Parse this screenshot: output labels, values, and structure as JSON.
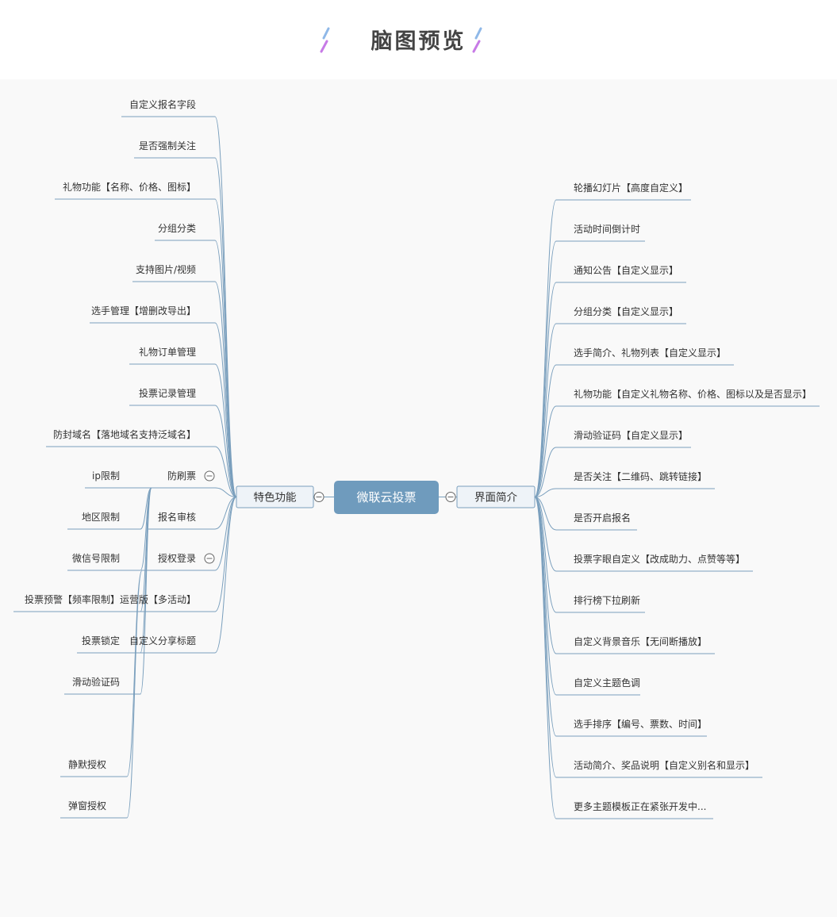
{
  "header": {
    "title": "脑图预览"
  },
  "mindmap": {
    "root": "微联云投票",
    "left": {
      "label": "特色功能",
      "items": [
        {
          "label": "自定义报名字段"
        },
        {
          "label": "是否强制关注"
        },
        {
          "label": "礼物功能【名称、价格、图标】"
        },
        {
          "label": "分组分类"
        },
        {
          "label": "支持图片/视频"
        },
        {
          "label": "选手管理【增删改导出】"
        },
        {
          "label": "礼物订单管理"
        },
        {
          "label": "投票记录管理"
        },
        {
          "label": "防封域名【落地域名支持泛域名】"
        },
        {
          "label": "防刷票",
          "children": [
            "ip限制",
            "地区限制",
            "微信号限制",
            "投票预警【频率限制】",
            "投票锁定",
            "滑动验证码"
          ]
        },
        {
          "label": "报名审核"
        },
        {
          "label": "授权登录",
          "children": [
            "静默授权",
            "弹窗授权"
          ]
        },
        {
          "label": "运营版【多活动】"
        },
        {
          "label": "自定义分享标题"
        }
      ]
    },
    "right": {
      "label": "界面简介",
      "items": [
        "轮播幻灯片【高度自定义】",
        "活动时间倒计时",
        "通知公告【自定义显示】",
        "分组分类【自定义显示】",
        "选手简介、礼物列表【自定义显示】",
        "礼物功能【自定义礼物名称、价格、图标以及是否显示】",
        "滑动验证码【自定义显示】",
        "是否关注【二维码、跳转链接】",
        "是否开启报名",
        "投票字眼自定义【改成助力、点赞等等】",
        "排行榜下拉刷新",
        "自定义背景音乐【无间断播放】",
        "自定义主题色调",
        "选手排序【编号、票数、时间】",
        "活动简介、奖品说明【自定义别名和显示】",
        "更多主题模板正在紧张开发中..."
      ]
    }
  },
  "colors": {
    "line": "#7a9fbd",
    "root_fill": "#6f9bbd",
    "node_fill": "#eef3f8",
    "node_stroke": "#7a9fbd"
  }
}
